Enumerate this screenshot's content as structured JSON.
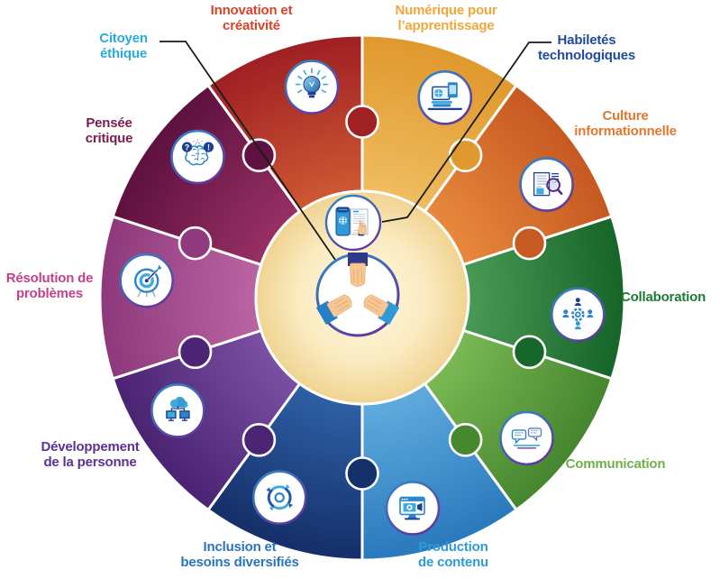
{
  "figure": {
    "type": "puzzle-wheel-diagram",
    "background": "#FFFFFF"
  },
  "center": {
    "fill_inner": "#FEF8E3",
    "fill_outer": "#F0D391",
    "items": [
      {
        "id": "citoyen-ethique",
        "label": "Citoyen\néthique",
        "label_color": "#29ABE2",
        "icon": "hands-together-icon"
      },
      {
        "id": "habiletes-technologiques",
        "label": "Habiletés\ntechnologiques",
        "label_color": "#1E4B9B",
        "icon": "device-document-icon"
      }
    ]
  },
  "wheel": {
    "segments": [
      {
        "id": "numerique-apprentissage",
        "label": "Numérique pour\nl’apprentissage",
        "label_color": "#F2A63B",
        "fill_inner": "#F0BE62",
        "fill_outer": "#E0992E",
        "icon": "laptop-learning-icon"
      },
      {
        "id": "culture-informationnelle",
        "label": "Culture\ninformationnelle",
        "label_color": "#E0782D",
        "fill_inner": "#E98A3E",
        "fill_outer": "#C75A22",
        "icon": "document-search-icon"
      },
      {
        "id": "collaboration",
        "label": "Collaboration",
        "label_color": "#1E7A33",
        "fill_inner": "#4C9C58",
        "fill_outer": "#17662A",
        "icon": "people-gear-icon"
      },
      {
        "id": "communication",
        "label": "Communication",
        "label_color": "#6FB148",
        "fill_inner": "#7CBB55",
        "fill_outer": "#47872F",
        "icon": "chat-bubbles-icon"
      },
      {
        "id": "production-de-contenu",
        "label": "Production\nde contenu",
        "label_color": "#2E9AD8",
        "fill_inner": "#62ADDF",
        "fill_outer": "#2B7ABD",
        "icon": "monitor-video-icon"
      },
      {
        "id": "inclusion-besoins-diversifies",
        "label": "Inclusion et\nbesoins diversifiés",
        "label_color": "#2B74BA",
        "fill_inner": "#2F62A8",
        "fill_outer": "#15306A",
        "icon": "cycle-arrows-icon"
      },
      {
        "id": "developpement-personne",
        "label": "Développement\nde la personne",
        "label_color": "#5A3292",
        "fill_inner": "#7D52A6",
        "fill_outer": "#4B2473",
        "icon": "cloud-network-icon"
      },
      {
        "id": "resolution-problemes",
        "label": "Résolution de\nproblèmes",
        "label_color": "#C2418A",
        "fill_inner": "#BD66A5",
        "fill_outer": "#8E3A7C",
        "icon": "target-dart-icon"
      },
      {
        "id": "pensee-critique",
        "label": "Pensée\ncritique",
        "label_color": "#7B1C4F",
        "fill_inner": "#9A3166",
        "fill_outer": "#5F1240",
        "icon": "brain-critical-icon"
      },
      {
        "id": "innovation-creativite",
        "label": "Innovation et\ncréativité",
        "label_color": "#D8432B",
        "fill_inner": "#D05A33",
        "fill_outer": "#A02124",
        "icon": "lightbulb-icon"
      }
    ]
  },
  "icon_glyphs": {
    "question_mark": "?",
    "exclamation_mark": "!"
  },
  "palette": {
    "icon_blue": "#2E86C8",
    "icon_navy": "#1D3F8F",
    "icon_cyan": "#3FAADC",
    "icon_purple": "#5B2D8C",
    "icon_sky": "#2E9AD8",
    "ring_gradient": [
      "#2F8AC9",
      "#5F3B9E"
    ],
    "connector": "#1A1A1A",
    "hand_skin": "#F6C795",
    "hand_shade": "#E3A96E",
    "sleeve_dark": "#2D3A8C",
    "piece_stroke": "#FFFFFF"
  }
}
